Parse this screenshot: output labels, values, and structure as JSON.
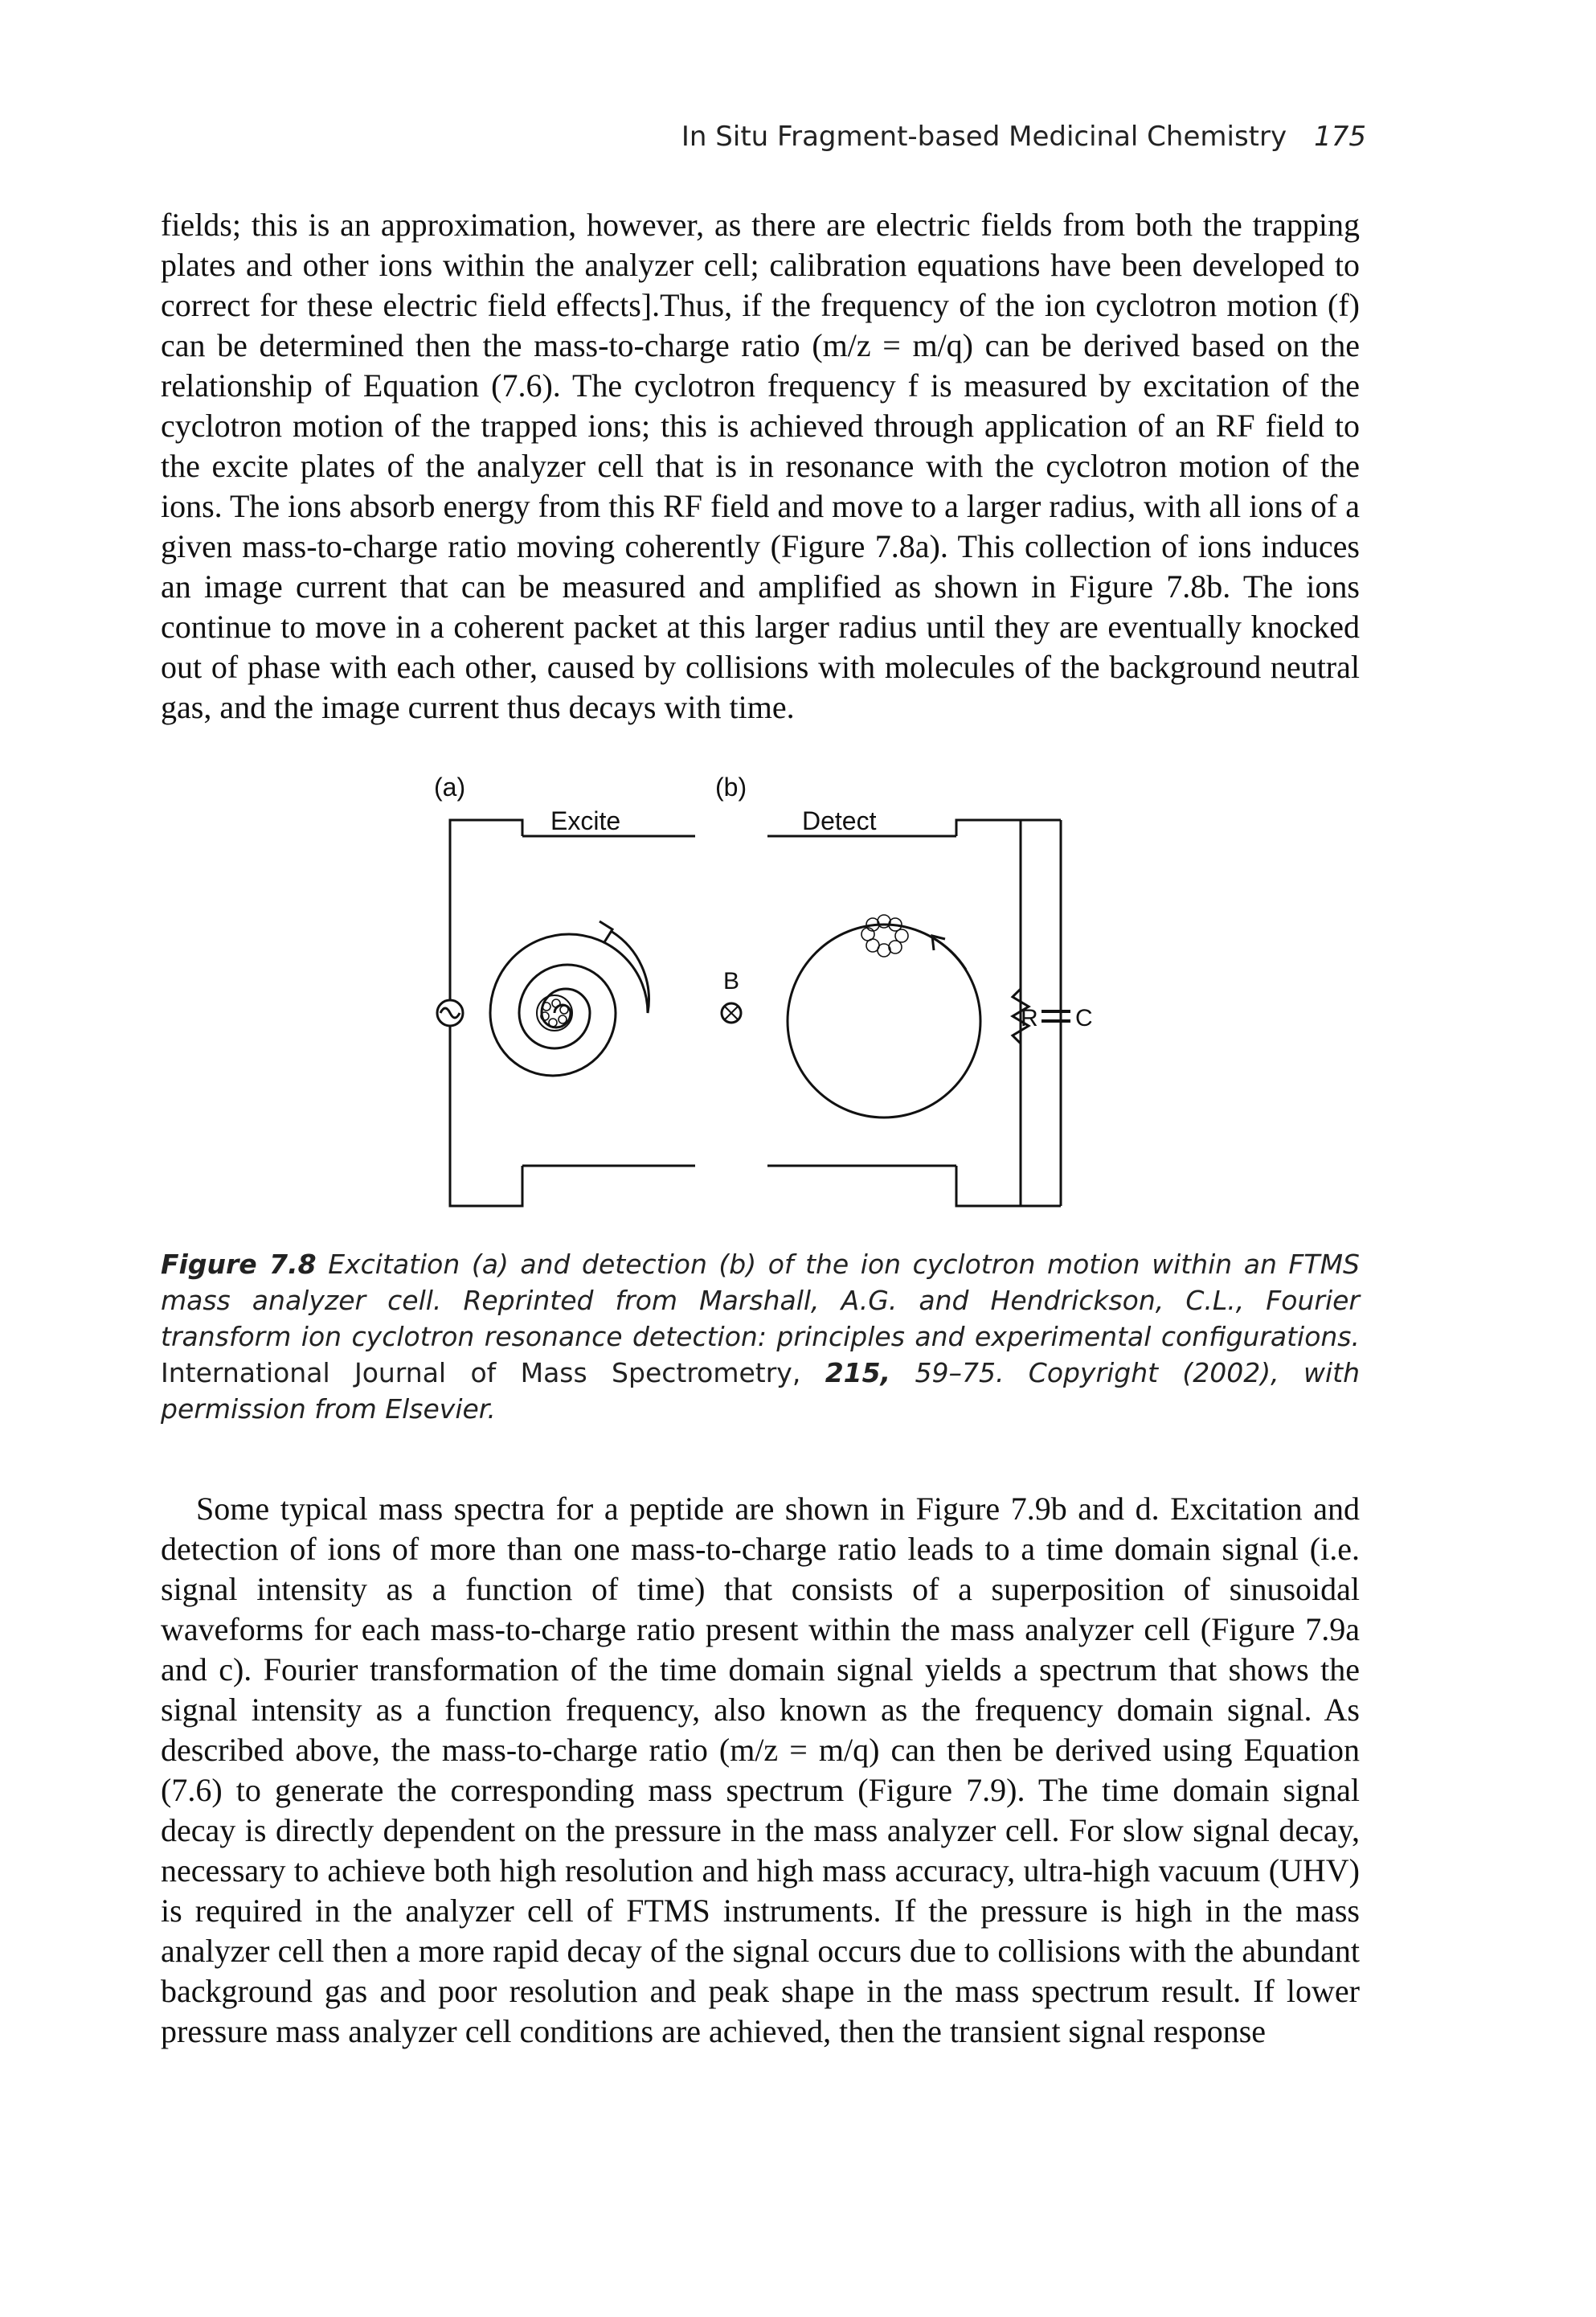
{
  "header": {
    "running_title": "In Situ Fragment-based Medicinal Chemistry",
    "page_number": "175"
  },
  "body": {
    "paragraph_1": "fields; this is an approximation, however, as there are electric fields from both the trapping plates and other ions within the analyzer cell; calibration equations have been developed to correct for these electric field effects].Thus, if the frequency of the ion cyclotron motion (f) can be determined then the mass-to-charge ratio (m/z = m/q) can be derived based on the relationship of Equation (7.6). The cyclotron frequency f is measured by excitation of the cyclotron motion of the trapped ions; this is achieved through application of an RF field to the excite plates of the analyzer cell that is in resonance with the cyclotron motion of the ions. The ions absorb energy from this RF field and move to a larger radius, with all ions of a given mass-to-charge ratio moving coherently (Figure 7.8a). This collection of ions induces an image current that can be measured and amplified as shown in Figure 7.8b. The ions continue to move in a coherent packet at this larger radius until they are eventually knocked out of phase with each other, caused by collisions with molecules of the background neutral gas, and the image current thus decays with time.",
    "paragraph_2": "Some typical mass spectra for a peptide are shown in Figure 7.9b and d. Excitation and detection of ions of more than one mass-to-charge ratio leads to a time domain signal (i.e. signal intensity as a function of time) that consists of a superposition of sinusoidal waveforms for each mass-to-charge ratio present within the mass analyzer cell (Figure 7.9a and c). Fourier transformation of the time domain signal yields a spectrum that shows the signal intensity as a function frequency, also known as the frequency domain signal. As described above, the mass-to-charge ratio (m/z = m/q) can then be derived using Equation (7.6) to generate the corresponding mass spectrum (Figure 7.9). The time domain signal decay is directly dependent on the pressure in the mass analyzer cell. For slow signal decay, necessary to achieve both high resolution and high mass accuracy, ultra-high vacuum (UHV) is required in the analyzer cell of FTMS instruments. If the pressure is high in the mass analyzer cell then a more rapid decay of the signal occurs due to collisions with the abundant background gas and poor resolution and peak shape in the mass spectrum result. If lower pressure mass analyzer cell conditions are achieved, then the transient signal response"
  },
  "figure": {
    "panel_a_label": "(a)",
    "panel_b_label": "(b)",
    "excite_label": "Excite",
    "detect_label": "Detect",
    "field_label": "B",
    "resistor_label": "R",
    "capacitor_label": "C"
  },
  "caption": {
    "label": "Figure 7.8",
    "text_1": " Excitation (a) and detection (b) of the ion cyclotron motion within an FTMS mass analyzer cell. Reprinted from Marshall, A.G. and Hendrickson, C.L., Fourier transform ion cyclotron resonance detection: principles and experimental configurations. ",
    "journal": "International Journal of Mass Spectrometry,",
    "volume": "215,",
    "text_2": " 59–75. Copyright (2002), with permission from Elsevier."
  }
}
